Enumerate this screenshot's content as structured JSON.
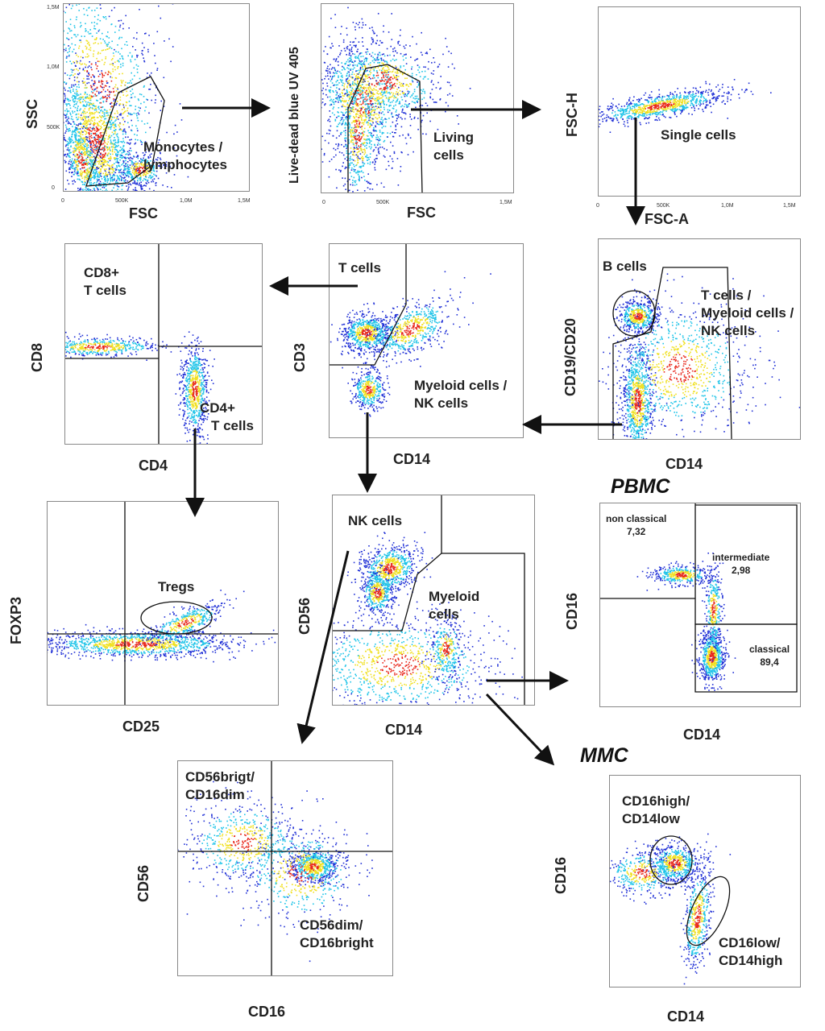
{
  "panels": {
    "p1": {
      "x_label": "FSC",
      "y_label": "SSC",
      "gates": [
        "Monocytes /",
        "lymphocytes"
      ],
      "x_ticks": [
        "0",
        "500K",
        "1,0M",
        "1,5M"
      ],
      "y_ticks": [
        "1,5M",
        "1,0M",
        "500K",
        "0"
      ]
    },
    "p2": {
      "x_label": "FSC",
      "y_label": "Live-dead blue UV 405",
      "gates": [
        "Living",
        "cells"
      ],
      "x_ticks": [
        "0",
        "500K",
        "1,5M"
      ]
    },
    "p3": {
      "x_label": "FSC-A",
      "y_label": "FSC-H",
      "gates": [
        "Single cells"
      ],
      "x_ticks": [
        "0",
        "500K",
        "1,0M",
        "1,5M"
      ]
    },
    "p4": {
      "x_label": "CD4",
      "y_label": "CD8",
      "gates": [
        "CD8+",
        "T cells",
        "CD4+",
        "T cells"
      ]
    },
    "p5": {
      "x_label": "CD14",
      "y_label": "CD3",
      "gates": [
        "T cells",
        "Myeloid cells /",
        "NK cells"
      ]
    },
    "p6": {
      "x_label": "CD14",
      "y_label": "CD19/CD20",
      "gates": [
        "B cells",
        "T cells /",
        "Myeloid cells /",
        "NK cells"
      ]
    },
    "p7": {
      "x_label": "CD25",
      "y_label": "FOXP3",
      "gates": [
        "Tregs"
      ]
    },
    "p8": {
      "x_label": "CD14",
      "y_label": "CD56",
      "gates": [
        "NK cells",
        "Myeloid",
        "cells"
      ]
    },
    "p9": {
      "heading": "PBMC",
      "x_label": "CD14",
      "y_label": "CD16",
      "gates": [
        "non classical",
        "7,32",
        "intermediate",
        "2,98",
        "classical",
        "89,4"
      ]
    },
    "p10": {
      "x_label": "CD16",
      "y_label": "CD56",
      "gates": [
        "CD56brigt/",
        "CD16dim",
        "CD56dim/",
        "CD16bright"
      ]
    },
    "p11": {
      "heading": "MMC",
      "x_label": "CD14",
      "y_label": "CD16",
      "gates": [
        "CD16high/",
        "CD14low",
        "CD16low/",
        "CD14high"
      ]
    }
  },
  "colors": {
    "low": "#1f2fd6",
    "mid": "#1fc4e8",
    "high": "#f0e020",
    "peak": "#e8281c",
    "line": "#111111"
  }
}
